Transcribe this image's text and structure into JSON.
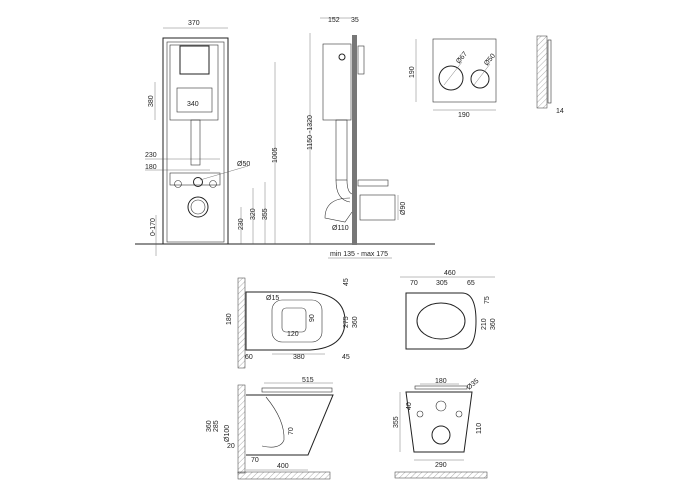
{
  "front_view": {
    "width": "370",
    "tank_height": "380",
    "tank_width": "340",
    "bolt_outer": "230",
    "bolt_inner": "180",
    "drain_dia": "Ø50",
    "total_height": "1005",
    "bolt_h": "355",
    "drain_h": "320",
    "outlet_h": "230",
    "leg_adjust": "0-170"
  },
  "side_view": {
    "depth": "152",
    "plate_gap": "35",
    "height_range": "1150 -1320",
    "outlet_dia": "Ø110",
    "inlet_dia": "Ø90",
    "depth_range": "min 135 - max 175"
  },
  "flush_plate": {
    "height": "190",
    "width": "190",
    "button_large": "Ø67",
    "button_small": "Ø50",
    "thickness": "14"
  },
  "bowl_top": {
    "rim_offset": "45",
    "bolt_dia": "Ø15",
    "bolt_spacing": "180",
    "inner_depth": "275",
    "total_width": "360",
    "opening_w": "120",
    "opening_h": "90",
    "wall_offset": "60",
    "length": "380",
    "front_offset": "45"
  },
  "seat_top": {
    "length": "460",
    "hinge_offset": "70",
    "mid": "305",
    "front": "65",
    "top_offset": "75",
    "inner_w": "210",
    "width": "360"
  },
  "bowl_side": {
    "length": "515",
    "height": "360",
    "inlet_h": "285",
    "outlet_dia": "Ø100",
    "outlet_h": "20",
    "wall_gap": "70",
    "base": "400",
    "water_depth": "70"
  },
  "bowl_front": {
    "bolt_spacing": "180",
    "hole_dia": "Ø35",
    "bolt_drop": "40",
    "height": "355",
    "outlet_h": "110",
    "base_width": "290"
  }
}
